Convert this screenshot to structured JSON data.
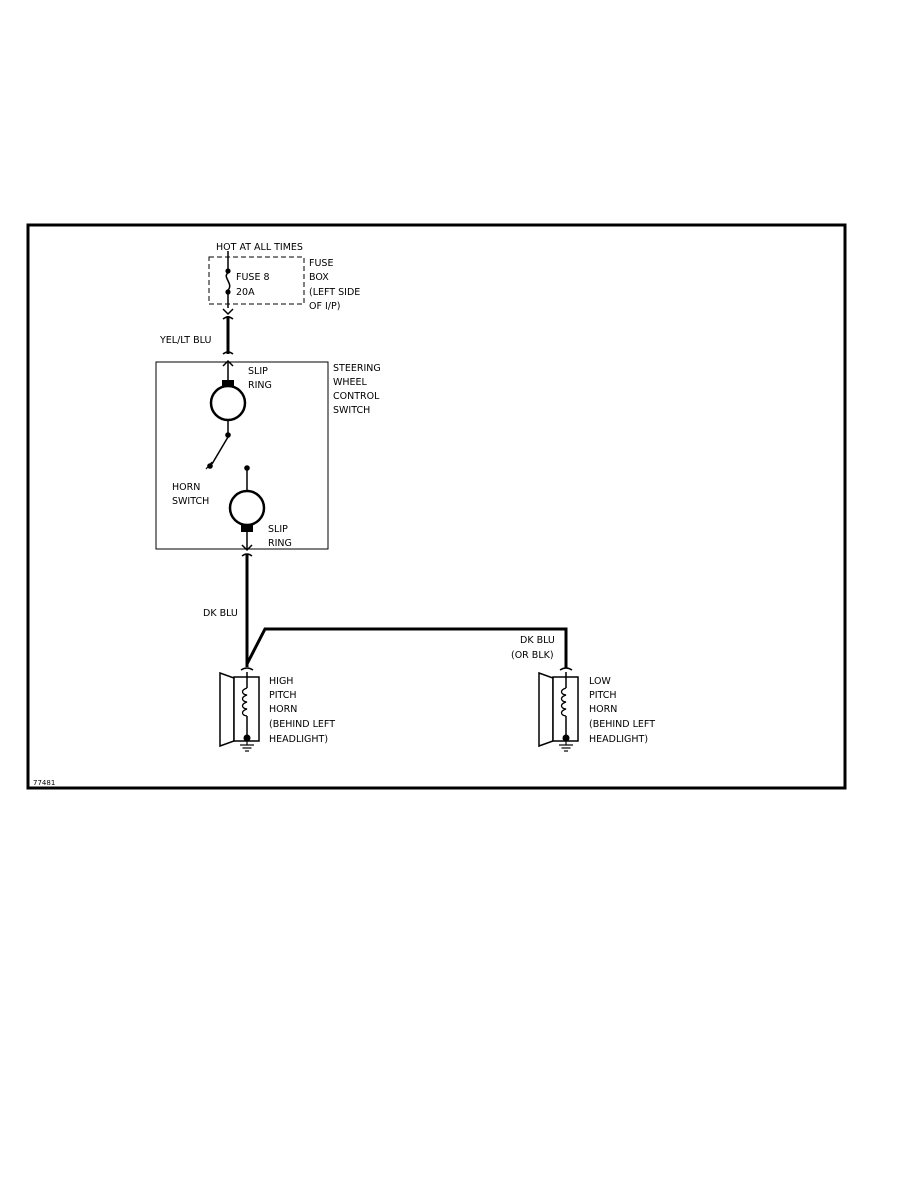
{
  "diagram_id": "77481",
  "colors": {
    "line": "#000000",
    "frame": "#000000",
    "background": "#ffffff"
  },
  "power": {
    "label": "HOT AT ALL TIMES"
  },
  "fuse": {
    "name": "FUSE 8",
    "rating": "20A",
    "box_label": [
      "FUSE",
      "BOX",
      "(LEFT SIDE",
      "OF I/P)"
    ]
  },
  "wires": {
    "supply": "YEL/LT BLU",
    "switch_out": "DK BLU",
    "low_horn": [
      "DK BLU",
      "(OR BLK)"
    ]
  },
  "steering_switch": {
    "label": [
      "STEERING",
      "WHEEL",
      "CONTROL",
      "SWITCH"
    ],
    "slip_ring_top": [
      "SLIP",
      "RING"
    ],
    "slip_ring_bottom": [
      "SLIP",
      "RING"
    ],
    "horn_switch": [
      "HORN",
      "SWITCH"
    ]
  },
  "horns": {
    "high": [
      "HIGH",
      "PITCH",
      "HORN",
      "(BEHIND LEFT",
      "HEADLIGHT)"
    ],
    "low": [
      "LOW",
      "PITCH",
      "HORN",
      "(BEHIND LEFT",
      "HEADLIGHT)"
    ]
  },
  "icons": [
    "fuse-icon",
    "slip-ring-icon",
    "switch-icon",
    "horn-icon",
    "coil-icon",
    "ground-icon",
    "connector-icon"
  ]
}
